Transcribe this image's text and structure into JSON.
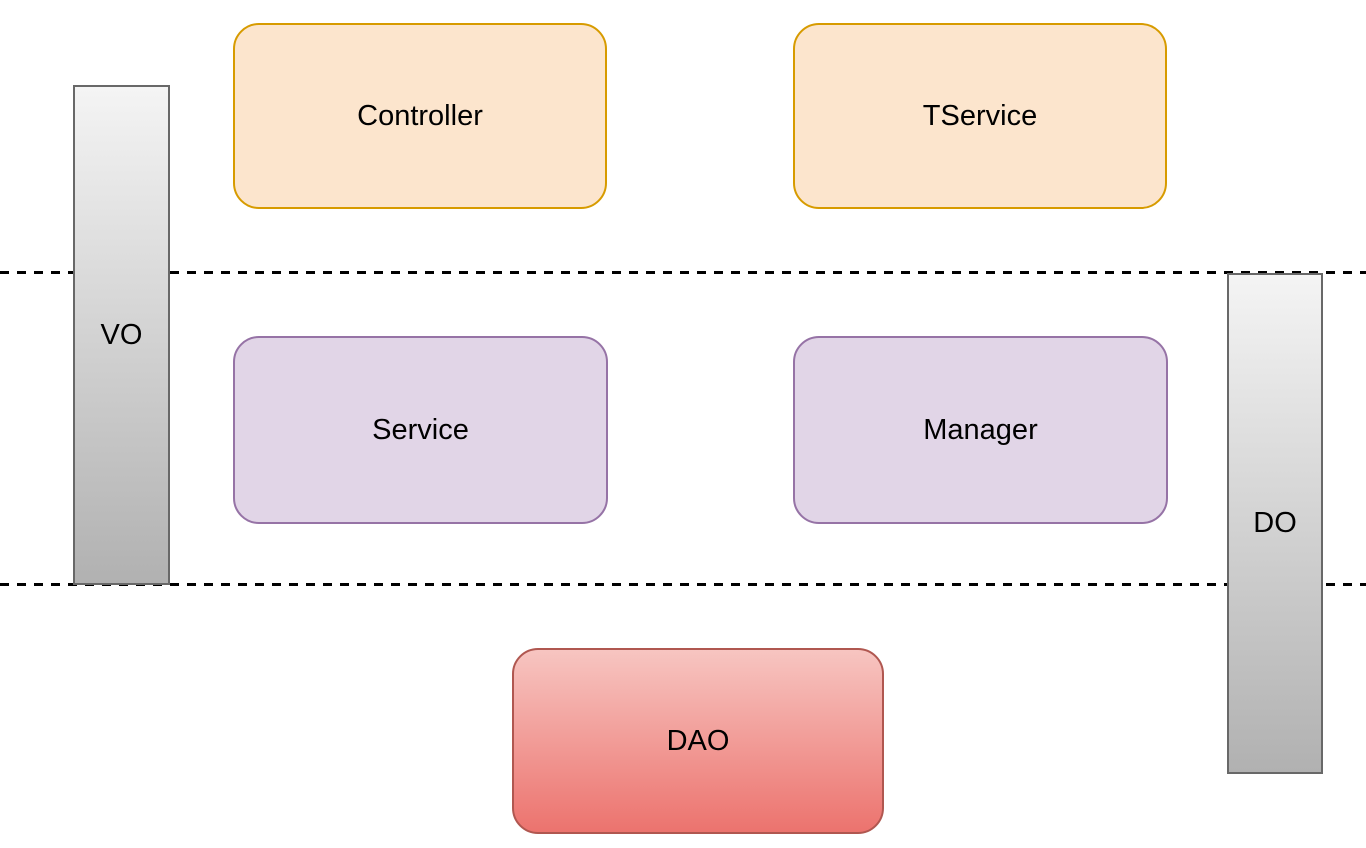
{
  "diagram": {
    "kind": "layered-architecture-diagram",
    "background": "#FFFFFF"
  },
  "nodes": {
    "controller": {
      "label": "Controller",
      "layer": "top",
      "style": "orange"
    },
    "tservice": {
      "label": "TService",
      "layer": "top",
      "style": "orange"
    },
    "service": {
      "label": "Service",
      "layer": "middle",
      "style": "purple"
    },
    "manager": {
      "label": "Manager",
      "layer": "middle",
      "style": "purple"
    },
    "dao": {
      "label": "DAO",
      "layer": "bottom",
      "style": "red"
    }
  },
  "bars": {
    "vo": {
      "label": "VO",
      "spans": "top-and-middle-layers"
    },
    "do": {
      "label": "DO",
      "spans": "middle-and-bottom-layers"
    }
  },
  "dividers": {
    "count": 2,
    "style": "black-dashed-horizontal"
  },
  "colors": {
    "background": "#FFFFFF",
    "line_color": "#000000",
    "orange_fill": "#FCE5CD",
    "orange_stroke": "#D79B00",
    "purple_fill": "#E1D5E7",
    "purple_stroke": "#9673A6",
    "red_fill_top": "#F7C5C1",
    "red_fill_bottom": "#EC736E",
    "red_stroke": "#B05750",
    "gray_fill_top": "#F4F4F4",
    "gray_fill_bottom": "#B1B1B1",
    "gray_stroke": "#686868",
    "text_color": "#000000"
  }
}
